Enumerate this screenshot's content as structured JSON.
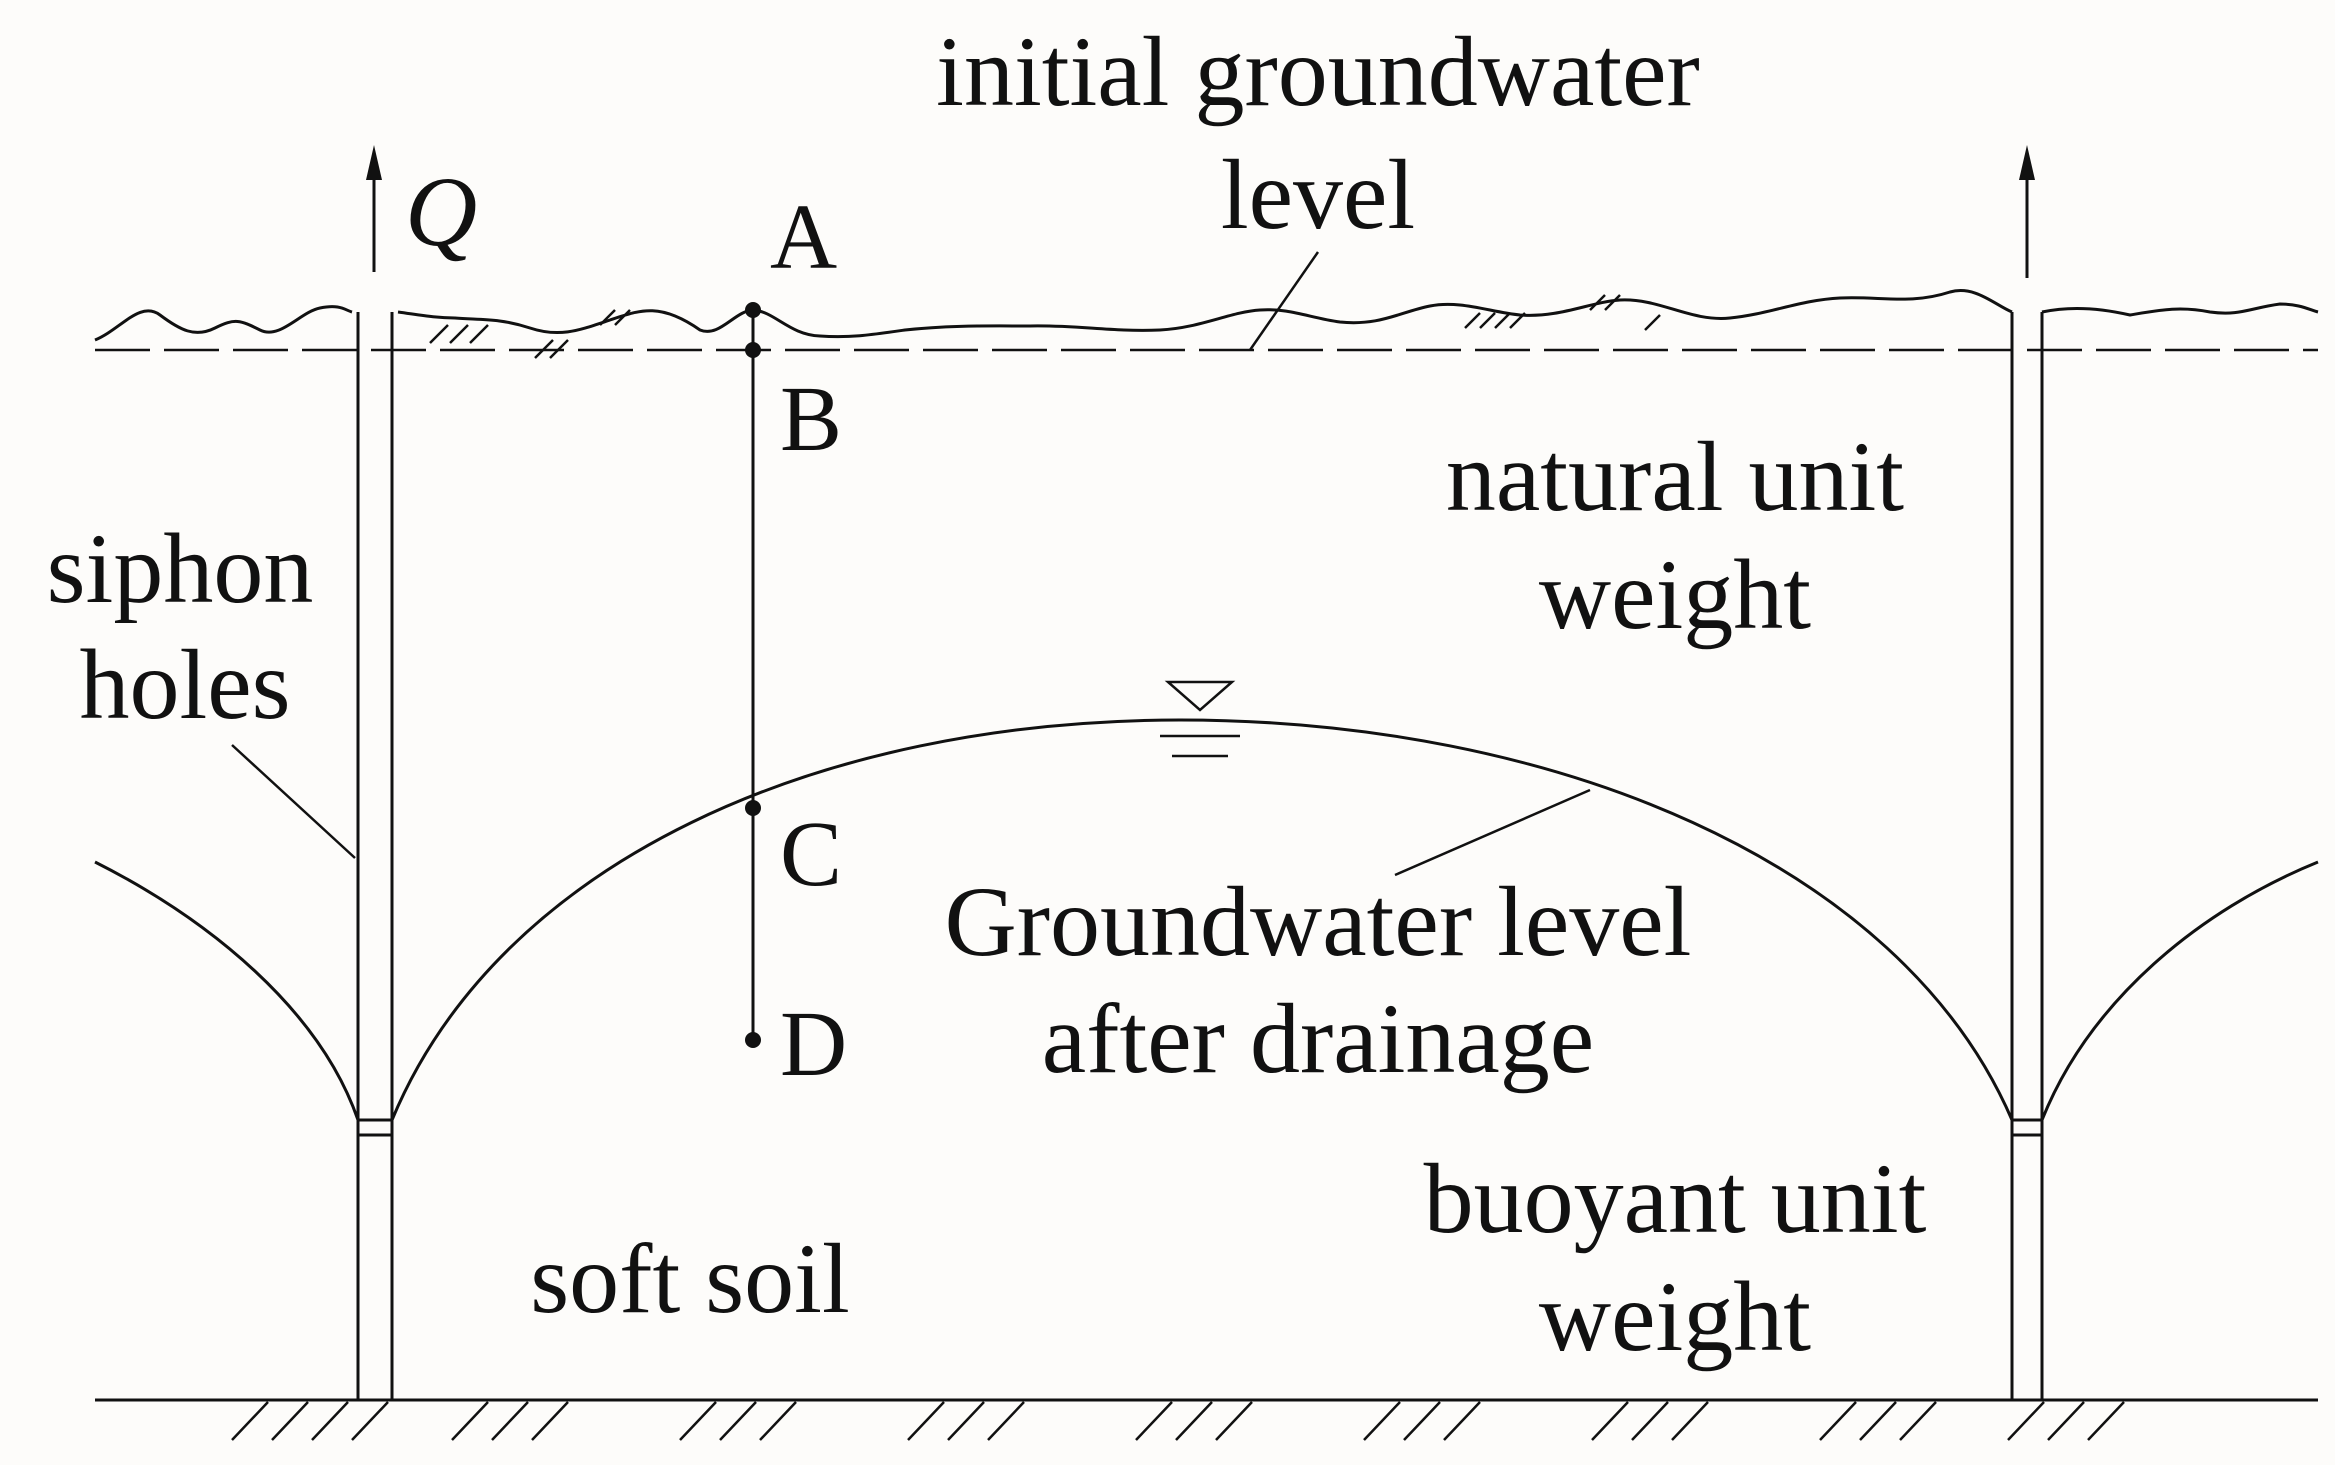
{
  "labels": {
    "initial_gw_line1": "initial groundwater",
    "initial_gw_line2": "level",
    "flow_q": "Q",
    "point_a": "A",
    "point_b": "B",
    "point_c": "C",
    "point_d": "D",
    "natural_line1": "natural unit",
    "natural_line2": "weight",
    "siphon_line1": "siphon",
    "siphon_line2": "holes",
    "gw_after_line1": "Groundwater level",
    "gw_after_line2": "after drainage",
    "soft_soil": "soft soil",
    "buoyant_line1": "buoyant unit",
    "buoyant_line2": "weight"
  },
  "colors": {
    "ink": "#111111",
    "background": "#fdfcfa"
  }
}
